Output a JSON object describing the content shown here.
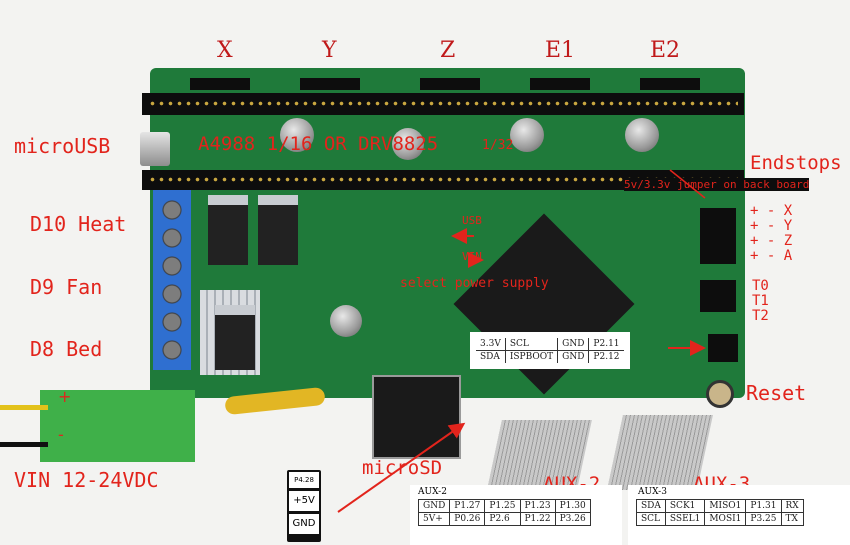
{
  "axis_labels": [
    "X",
    "Y",
    "Z",
    "E1",
    "E2"
  ],
  "left_labels": {
    "microusb": "microUSB",
    "d10": "D10 Heat",
    "d9": "D9 Fan",
    "d8": "D8 Bed",
    "vin": "VIN 12-24VDC"
  },
  "driver_note": {
    "main": "A4988 1/16 OR DRV8825",
    "fraction": "1/32"
  },
  "right_labels": {
    "endstops": "Endstops",
    "jumper_note": "5v/3.3v jumper on back board",
    "endstop_rows": [
      "+ - X",
      "+ - Y",
      "+ - Z",
      "+ - A"
    ],
    "thermistors": [
      "T0",
      "T1",
      "T2"
    ],
    "reset": "Reset"
  },
  "supply": {
    "usb": "USB",
    "vin": "VIN",
    "note": "select power supply"
  },
  "microsd": "microSD",
  "aux2_label": "AUX-2",
  "aux3_label": "AUX-3",
  "i2c_table": {
    "rows": [
      [
        "3.3V",
        "SCL",
        "GND",
        "P2.11"
      ],
      [
        "SDA",
        "ISPBOOT",
        "GND",
        "P2.12"
      ]
    ]
  },
  "aux2_table": {
    "title": "AUX-2",
    "rows": [
      [
        "GND",
        "P1.27",
        "P1.25",
        "P1.23",
        "P1.30"
      ],
      [
        "5V+",
        "P0.26",
        "P2.6",
        "P1.22",
        "P3.26"
      ]
    ]
  },
  "aux3_table": {
    "title": "AUX-3",
    "rows": [
      [
        "SDA",
        "SCK1",
        "MISO1",
        "P1.31",
        "RX"
      ],
      [
        "SCL",
        "SSEL1",
        "MOSI1",
        "P3.25",
        "TX"
      ]
    ]
  },
  "power_header": {
    "top": "P4.28",
    "mid": "+5V",
    "bottom": "GND"
  },
  "colors": {
    "pcb": "#1f7a3a",
    "annotation_red": "#e2241c"
  }
}
